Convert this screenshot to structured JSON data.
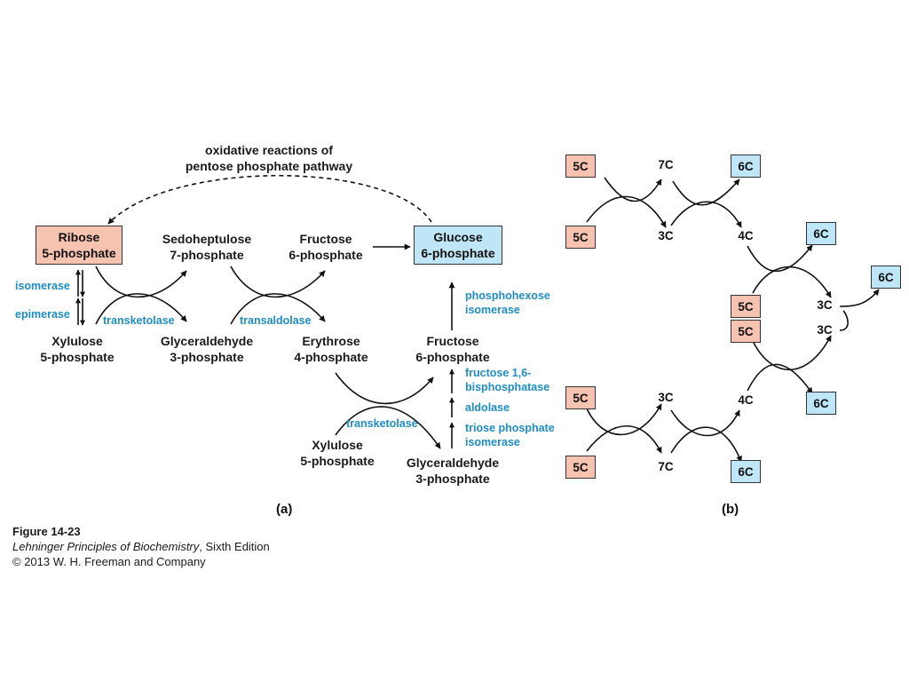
{
  "colors": {
    "pink_box": "#f7c3b1",
    "blue_box": "#bfe6f6",
    "enzyme_text": "#1f8cc3",
    "line": "#111111"
  },
  "panel_a": {
    "top_note": {
      "line1": "oxidative reactions of",
      "line2": "pentose phosphate pathway"
    },
    "ribose": {
      "line1": "Ribose",
      "line2": "5-phosphate"
    },
    "glucose": {
      "line1": "Glucose",
      "line2": "6-phosphate"
    },
    "sedoheptulose": {
      "line1": "Sedoheptulose",
      "line2": "7-phosphate"
    },
    "fructose_top": {
      "line1": "Fructose",
      "line2": "6-phosphate"
    },
    "xylulose_top": {
      "line1": "Xylulose",
      "line2": "5-phosphate"
    },
    "glyceraldehyde_top": {
      "line1": "Glyceraldehyde",
      "line2": "3-phosphate"
    },
    "erythrose": {
      "line1": "Erythrose",
      "line2": "4-phosphate"
    },
    "fructose_mid": {
      "line1": "Fructose",
      "line2": "6-phosphate"
    },
    "xylulose_bottom": {
      "line1": "Xylulose",
      "line2": "5-phosphate"
    },
    "glyceraldehyde_bottom": {
      "line1": "Glyceraldehyde",
      "line2": "3-phosphate"
    },
    "enzymes": {
      "isomerase": "isomerase",
      "epimerase": "epimerase",
      "transketolase_1": "transketolase",
      "transaldolase": "transaldolase",
      "phosphohexose": {
        "line1": "phosphohexose",
        "line2": "isomerase"
      },
      "fbpase": {
        "line1": "fructose 1,6-",
        "line2": "bisphosphatase"
      },
      "aldolase": "aldolase",
      "tpi": {
        "line1": "triose phosphate",
        "line2": "isomerase"
      },
      "transketolase_2": "transketolase"
    },
    "panel_label": "(a)"
  },
  "panel_b": {
    "b1": "5C",
    "b2": "5C",
    "b3": "6C",
    "b4": "6C",
    "b5": "5C",
    "b6": "5C",
    "b7": "6C",
    "b8": "5C",
    "b9": "5C",
    "b10": "6C",
    "b11": "6C",
    "t1": "7C",
    "t2": "3C",
    "t3": "4C",
    "t4": "3C",
    "t5": "3C",
    "t6": "3C",
    "t7": "4C",
    "t8": "7C",
    "panel_label": "(b)"
  },
  "caption": {
    "figure": "Figure 14-23",
    "book_title": "Lehninger Principles of Biochemistry",
    "edition": ", Sixth Edition",
    "copyright": "© 2013 W. H. Freeman and Company"
  }
}
